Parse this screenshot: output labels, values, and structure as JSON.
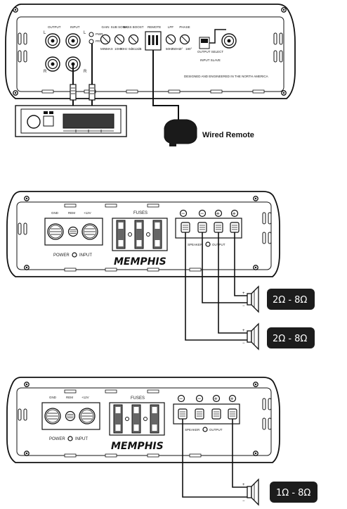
{
  "top_panel": {
    "output_label": "OUTPUT",
    "input_label": "INPUT",
    "channel_left": "L",
    "channel_right": "R",
    "pwr_label": "PWR",
    "prt_label": "PRT",
    "knobs": [
      {
        "name": "GAIN",
        "low": "MIN",
        "high": "MAX"
      },
      {
        "name": "SUB SONIC",
        "low": "10Hz",
        "high": "50Hz"
      },
      {
        "name": "BASS BOOST",
        "low": "0dB",
        "high": "12dB"
      },
      {
        "name": "LPF",
        "low": "50Hz",
        "high": "250Hz"
      },
      {
        "name": "PHASE",
        "low": "0°",
        "high": "180°"
      }
    ],
    "remote_label": "REMOTE",
    "output_select_label": "OUTPUT SELECT",
    "input_slave_label": "INPUT SLAVE",
    "footer_text": "DESIGNED AND ENGINEERED IN THE NORTH AMERICA"
  },
  "wired_remote_label": "Wired Remote",
  "mid_panel": {
    "power_labels": [
      "GND",
      "REM",
      "+12V"
    ],
    "fuses_label": "FUSES",
    "power_input_label": "POWER",
    "input_label": "INPUT",
    "brand": "MEMPHIS",
    "speaker_label": "SPEAKER",
    "output_label": "OUTPUT",
    "terminal_signs": [
      "−",
      "−",
      "+",
      "+"
    ],
    "speaker_polarity": [
      "+",
      "−",
      "+",
      "−"
    ],
    "badges": [
      "2Ω - 8Ω",
      "2Ω - 8Ω"
    ]
  },
  "bottom_panel": {
    "power_labels": [
      "GND",
      "REM",
      "+12V"
    ],
    "fuses_label": "FUSES",
    "power_input_label": "POWER",
    "input_label": "INPUT",
    "brand": "MEMPHIS",
    "speaker_label": "SPEAKER",
    "output_label": "OUTPUT",
    "terminal_signs": [
      "−",
      "−",
      "+",
      "+"
    ],
    "speaker_polarity": [
      "+",
      "−"
    ],
    "badge": "1Ω - 8Ω"
  },
  "colors": {
    "line": "#1a1a1a",
    "badge_bg": "#1c1c1c",
    "fuse_dark": "#555555"
  }
}
